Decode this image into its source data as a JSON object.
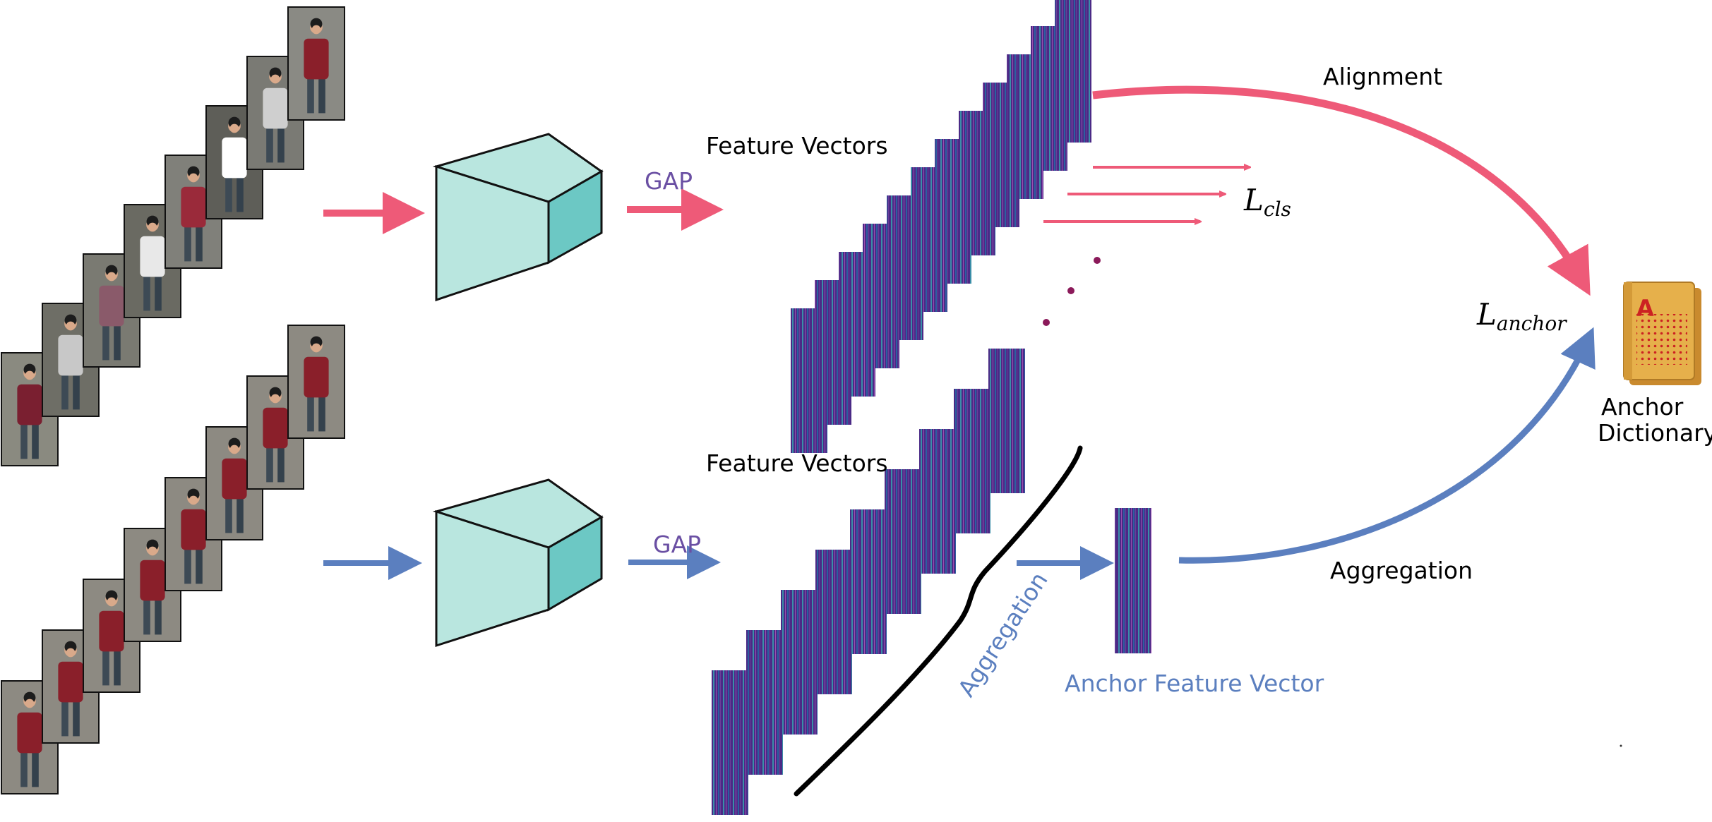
{
  "colors": {
    "pink": "#ee5a78",
    "blue": "#5b7fbf",
    "purple_text": "#6a4fa3",
    "blue_text": "#5b7fbf",
    "cube_face": "#b9e6df",
    "cube_side": "#6cc8c4",
    "stripe_base": "#4b2a86",
    "dots": "#8b1a5a",
    "book": "#e6b04b",
    "book_dots": "#cc2222",
    "black": "#000000"
  },
  "labels": {
    "gap_top": "GAP",
    "gap_bottom": "GAP",
    "feature_vectors_top": "Feature Vectors",
    "feature_vectors_bottom": "Feature Vectors",
    "alignment": "Alignment",
    "aggregation_right": "Aggregation",
    "aggregation_diagonal": "Aggregation",
    "anchor_feature_vector": "Anchor Feature Vector",
    "anchor_dictionary_line1": "Anchor",
    "anchor_dictionary_line2": "Dictionary",
    "l_cls_base": "L",
    "l_cls_sub": "cls",
    "l_anchor_base": "L",
    "l_anchor_sub": "anchor",
    "book_letter": "A"
  },
  "icons": {
    "top_frames": "pedestrian-frame-sequence-top",
    "bottom_frames": "pedestrian-frame-sequence-bottom",
    "backbone": "cnn-backbone-cube-icon",
    "dictionary": "anchor-dictionary-book-icon"
  }
}
